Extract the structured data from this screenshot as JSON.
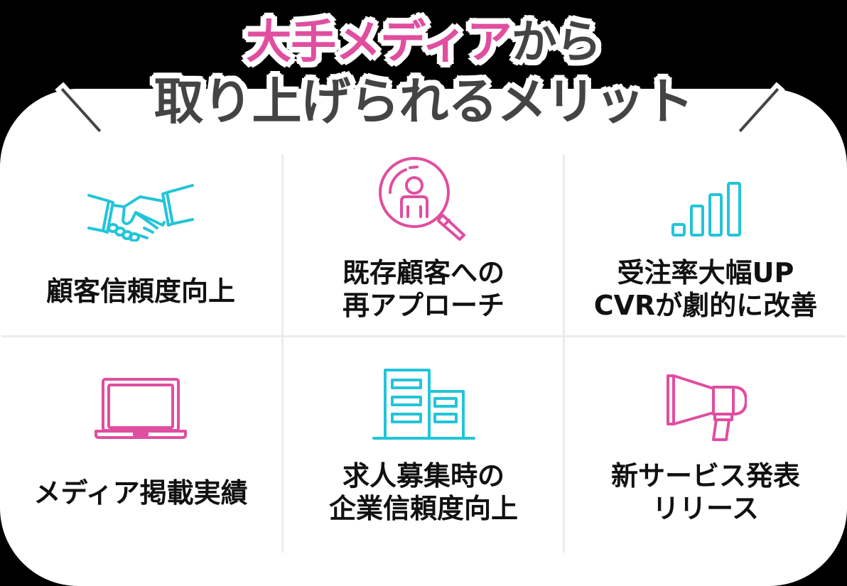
{
  "title": {
    "line1_highlight": "大手メディア",
    "line1_rest": "から",
    "line2": "取り上げられるメリット",
    "slash_left": "＼",
    "slash_right": "／"
  },
  "colors": {
    "pink": "#e04e9f",
    "cyan": "#22c5d8",
    "title_dark": "#444444",
    "divider": "#ececec",
    "background": "#000000",
    "card": "#ffffff"
  },
  "benefits": [
    {
      "icon": "handshake-icon",
      "color": "cyan",
      "line1": "顧客信頼度向上",
      "line2": ""
    },
    {
      "icon": "magnifier-person-icon",
      "color": "pink",
      "line1": "既存顧客への",
      "line2": "再アプローチ"
    },
    {
      "icon": "bar-chart-icon",
      "color": "cyan",
      "line1": "受注率大幅UP",
      "line2": "CVRが劇的に改善"
    },
    {
      "icon": "laptop-icon",
      "color": "pink",
      "line1": "メディア掲載実績",
      "line2": ""
    },
    {
      "icon": "building-icon",
      "color": "cyan",
      "line1": "求人募集時の",
      "line2": "企業信頼度向上"
    },
    {
      "icon": "megaphone-icon",
      "color": "pink",
      "line1": "新サービス発表",
      "line2": "リリース"
    }
  ]
}
